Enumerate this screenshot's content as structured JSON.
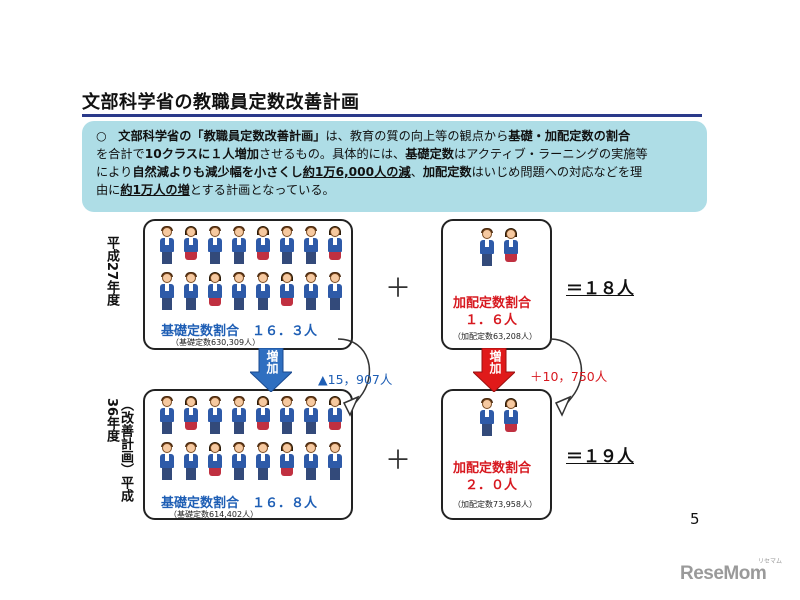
{
  "title": "文部科学省の教職員定数改善計画",
  "summary": {
    "bullet": "○",
    "l1_a": "文部科学省の「教職員定数改善計画」",
    "l1_b": "は、教育の質の向上等の観点から",
    "l1_c": "基礎・加配定数の割合",
    "l2_a": "を合計で",
    "l2_b": "10クラスに１人増加",
    "l2_c": "させるもの。具体的には、",
    "l2_d": "基礎定数",
    "l2_e": "はアクティブ・ラーニングの実施等",
    "l3_a": "により",
    "l3_b": "自然減よりも減少幅を小さくし",
    "l3_c": "約1万6,000人の減",
    "l3_d": "、",
    "l3_e": "加配定数",
    "l3_f": "はいじめ問題への対応などを理",
    "l4_a": "由に",
    "l4_b": "約1万人の増",
    "l4_c": "とする計画となっている。"
  },
  "era_h27": "平成27年度",
  "era_h36": "（改善計画）平成36年度",
  "h27": {
    "basic_label": "基礎定数割合　１６．３人",
    "basic_sub": "（基礎定数630,309人）",
    "added_label1": "加配定数割合",
    "added_label2": "１．６人",
    "added_sub": "（加配定数63,208人）",
    "total": "＝１８人"
  },
  "h36": {
    "basic_label": "基礎定数割合　１６．８人",
    "basic_sub": "（基礎定数614,402人）",
    "added_label1": "加配定数割合",
    "added_label2": "２．０人",
    "added_sub": "（加配定数73,958人）",
    "total": "＝１９人"
  },
  "plus": "＋",
  "arrow_label": "増加",
  "delta_basic": "▲15，907人",
  "delta_added": "＋10，750人",
  "page_number": "5",
  "brand": "ReseMom",
  "brand_small": "リセマム",
  "colors": {
    "blue": "#1f5fb5",
    "red": "#d71920",
    "box": "#aedde6",
    "rule": "#2a3a8a"
  }
}
